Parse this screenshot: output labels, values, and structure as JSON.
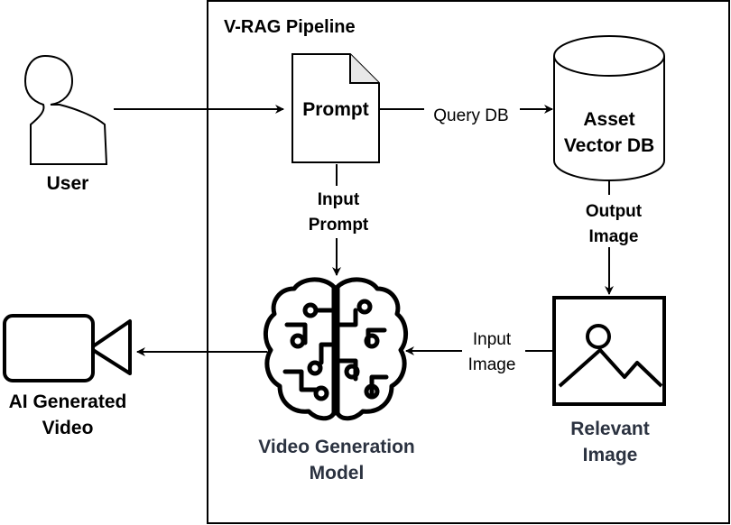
{
  "pipeline": {
    "title": "V-RAG Pipeline"
  },
  "nodes": {
    "user": "User",
    "prompt": "Prompt",
    "asset_db_line1": "Asset",
    "asset_db_line2": "Vector DB",
    "model_line1": "Video Generation",
    "model_line2": "Model",
    "relevant_line1": "Relevant",
    "relevant_line2": "Image",
    "video_line1": "AI Generated",
    "video_line2": "Video"
  },
  "edges": {
    "query_db": "Query DB",
    "input_prompt_line1": "Input",
    "input_prompt_line2": "Prompt",
    "output_image_line1": "Output",
    "output_image_line2": "Image",
    "input_image_line1": "Input",
    "input_image_line2": "Image"
  },
  "colors": {
    "stroke": "#000000",
    "accent_label": "#2b3240"
  },
  "icons": {
    "user": "user-icon",
    "prompt": "document-icon",
    "asset_db": "database-icon",
    "model": "brain-circuit-icon",
    "relevant": "image-icon",
    "video": "video-camera-icon"
  }
}
